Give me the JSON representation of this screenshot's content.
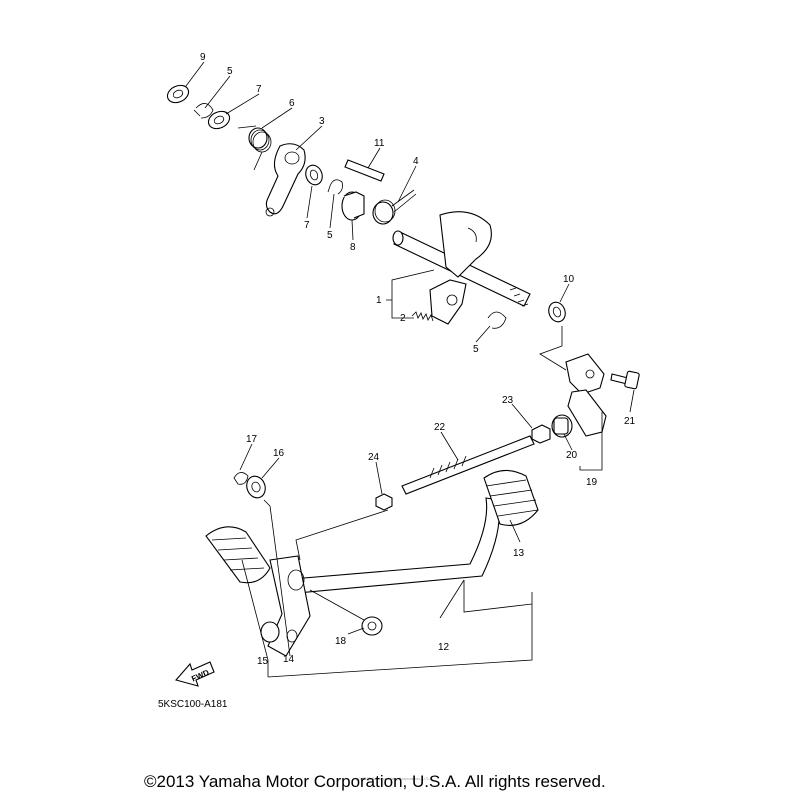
{
  "diagram": {
    "part_code": "5KSC100-A181",
    "fwd_label": "FWD",
    "copyright": "©2013 Yamaha Motor Corporation, U.S.A. All rights reserved.",
    "watermark": "(c) 2013 Yamaha Motor Corporation, U.S.A.",
    "callouts": {
      "n9": "9",
      "n5a": "5",
      "n7a": "7",
      "n6": "6",
      "n3": "3",
      "n11": "11",
      "n4": "4",
      "n7b": "7",
      "n5b": "5",
      "n8": "8",
      "n10": "10",
      "n1": "1",
      "n2": "2",
      "n5c": "5",
      "n21": "21",
      "n23": "23",
      "n22": "22",
      "n20": "20",
      "n19": "19",
      "n17": "17",
      "n16": "16",
      "n24": "24",
      "n13": "13",
      "n18": "18",
      "n12": "12",
      "n15": "15",
      "n14": "14"
    }
  }
}
